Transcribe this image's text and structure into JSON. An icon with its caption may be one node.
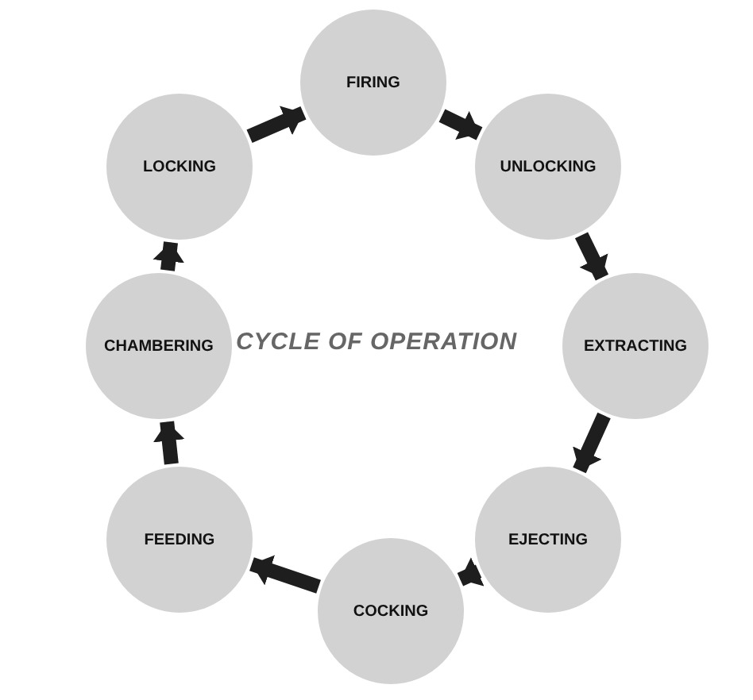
{
  "diagram": {
    "title": "CYCLE OF OPERATION",
    "nodes": [
      {
        "text": [
          "FIRING"
        ]
      },
      {
        "text": [
          "UNLOCKING"
        ]
      },
      {
        "text": [
          "EXTRACTING"
        ]
      },
      {
        "text": [
          "EJECTING"
        ]
      },
      {
        "text": [
          "COCKING"
        ]
      },
      {
        "text": [
          "FEEDING"
        ]
      },
      {
        "text": [
          "CHAMBERING"
        ]
      },
      {
        "text": [
          "LOCKING"
        ]
      }
    ],
    "edges": [
      {
        "from": 0,
        "to": 1,
        "arrow": "to"
      },
      {
        "from": 1,
        "to": 2,
        "arrow": "to"
      },
      {
        "from": 2,
        "to": 3,
        "arrow": "to"
      },
      {
        "from": 3,
        "to": 4,
        "arrow": "to"
      },
      {
        "from": 4,
        "to": 5,
        "arrow": "to"
      },
      {
        "from": 5,
        "to": 6,
        "arrow": "to"
      },
      {
        "from": 6,
        "to": 7,
        "arrow": "to"
      },
      {
        "from": 7,
        "to": 0,
        "arrow": "to"
      }
    ]
  }
}
